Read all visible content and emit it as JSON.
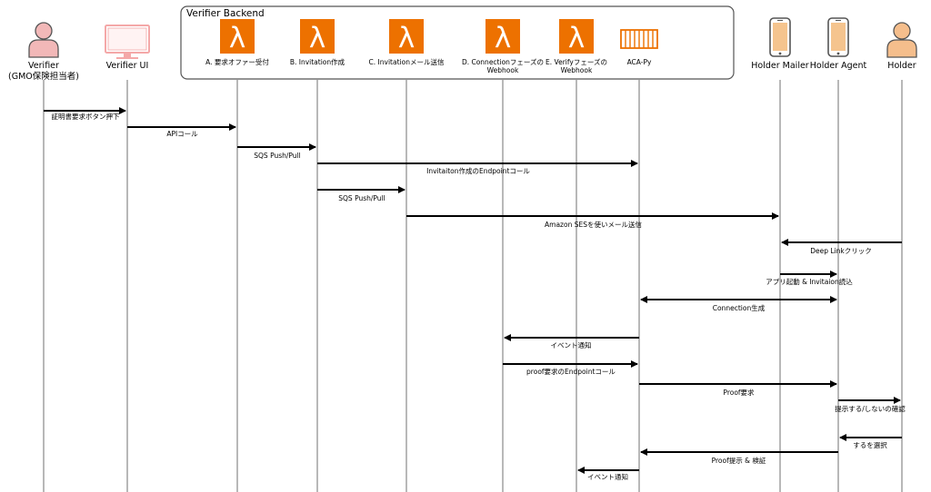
{
  "backend_group": {
    "title": "Verifier Backend"
  },
  "participants": [
    {
      "id": "verifier",
      "label": [
        "Verifier",
        "(GMO保険担当者)"
      ],
      "icon": "person-icon",
      "color": "#F2B8B8"
    },
    {
      "id": "ui",
      "label": [
        "Verifier UI"
      ],
      "icon": "monitor-icon",
      "color": "#F4A8A8"
    },
    {
      "id": "lamA",
      "label": [
        "A. 要求オファー受付"
      ],
      "icon": "lambda-icon",
      "color": "#ED7100"
    },
    {
      "id": "lamB",
      "label": [
        "B. Invitation作成"
      ],
      "icon": "lambda-icon",
      "color": "#ED7100"
    },
    {
      "id": "lamC",
      "label": [
        "C. Invitationメール送信"
      ],
      "icon": "lambda-icon",
      "color": "#ED7100"
    },
    {
      "id": "lamD",
      "label": [
        "D. Connectionフェーズの",
        "Webhook"
      ],
      "icon": "lambda-icon",
      "color": "#ED7100"
    },
    {
      "id": "lamE",
      "label": [
        "E. Verifyフェーズの",
        "Webhook"
      ],
      "icon": "lambda-icon",
      "color": "#ED7100"
    },
    {
      "id": "aca",
      "label": [
        "ACA-Py"
      ],
      "icon": "container-icon",
      "color": "#ED7100"
    },
    {
      "id": "mailer",
      "label": [
        "Holder Mailer"
      ],
      "icon": "phone-icon",
      "color": "#F5C48E"
    },
    {
      "id": "agent",
      "label": [
        "Holder Agent"
      ],
      "icon": "phone-icon",
      "color": "#F5C48E"
    },
    {
      "id": "holder",
      "label": [
        "Holder"
      ],
      "icon": "person-icon",
      "color": "#F5BE8C"
    }
  ],
  "messages": [
    {
      "from": "verifier",
      "to": "ui",
      "label": "証明書要求ボタン押下"
    },
    {
      "from": "ui",
      "to": "lamA",
      "label": "APIコール"
    },
    {
      "from": "lamA",
      "to": "lamB",
      "label": "SQS Push/Pull"
    },
    {
      "from": "lamB",
      "to": "aca",
      "label": "Invitaiton作成のEndpointコール"
    },
    {
      "from": "lamB",
      "to": "lamC",
      "label": "SQS Push/Pull"
    },
    {
      "from": "lamC",
      "to": "mailer",
      "label": "Amazon SESを使いメール送信"
    },
    {
      "from": "holder",
      "to": "mailer",
      "label": "Deep Linkクリック"
    },
    {
      "from": "mailer",
      "to": "agent",
      "label": "アプリ起動 & Invitaion読込"
    },
    {
      "from": "aca",
      "to": "agent",
      "label": "Connection生成",
      "bidirectional": true
    },
    {
      "from": "aca",
      "to": "lamD",
      "label": "イベント通知"
    },
    {
      "from": "lamD",
      "to": "aca",
      "label": "proof要求のEndpointコール"
    },
    {
      "from": "aca",
      "to": "agent",
      "label": "Proof要求"
    },
    {
      "from": "agent",
      "to": "holder",
      "label": "提示する/しないの確認"
    },
    {
      "from": "holder",
      "to": "agent",
      "label": "するを選択"
    },
    {
      "from": "agent",
      "to": "aca",
      "label": "Proof提示 & 検証"
    },
    {
      "from": "aca",
      "to": "lamE",
      "label": "イベント通知"
    }
  ]
}
